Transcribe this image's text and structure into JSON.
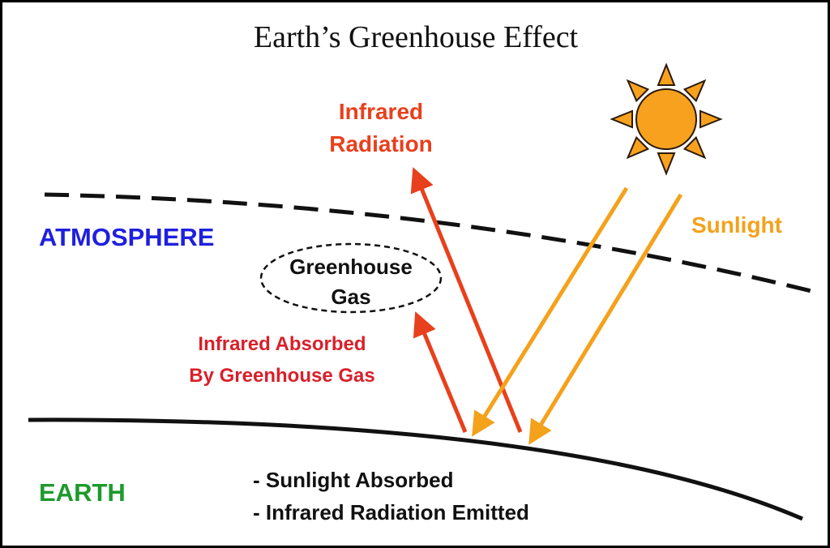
{
  "title": "Earth’s Greenhouse Effect",
  "labels": {
    "infrared_radiation": [
      "Infrared",
      "Radiation"
    ],
    "atmosphere": "ATMOSPHERE",
    "greenhouse_gas": [
      "Greenhouse",
      "Gas"
    ],
    "infrared_absorbed": [
      "Infrared Absorbed",
      "By Greenhouse Gas"
    ],
    "sunlight": "Sunlight",
    "earth": "EARTH",
    "earth_notes": [
      "- Sunlight Absorbed",
      "- Infrared Radiation Emitted"
    ]
  },
  "colors": {
    "infrared": "#E8401C",
    "absorbed_text": "#D8202A",
    "sunlight": "#F4A11C",
    "sun": "#F7A11E",
    "atmosphere": "#1F1FE0",
    "earth": "#1E9A2C"
  }
}
